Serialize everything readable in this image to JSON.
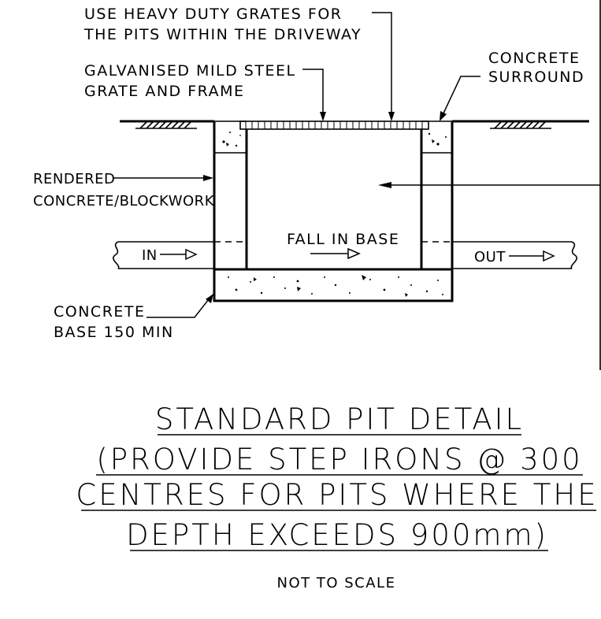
{
  "labels": {
    "heavy_duty_line1": "USE HEAVY DUTY GRATES FOR",
    "heavy_duty_line2": "THE PITS WITHIN THE DRIVEWAY",
    "grate_line1": "GALVANISED MILD STEEL",
    "grate_line2": "GRATE AND FRAME",
    "surround_line1": "CONCRETE",
    "surround_line2": "SURROUND",
    "rendered_line1": "RENDERED",
    "rendered_line2": "CONCRETE/BLOCKWORK",
    "fall": "FALL IN BASE",
    "pipe_in": "IN",
    "pipe_out": "OUT",
    "base_line1": "CONCRETE",
    "base_line2": "BASE 150 MIN"
  },
  "title": {
    "line1": "STANDARD PIT DETAIL",
    "line2": "(PROVIDE STEP IRONS @ 300",
    "line3": "CENTRES FOR PITS WHERE THE",
    "line4": "DEPTH EXCEEDS 900mm)"
  },
  "note": "NOT TO SCALE"
}
